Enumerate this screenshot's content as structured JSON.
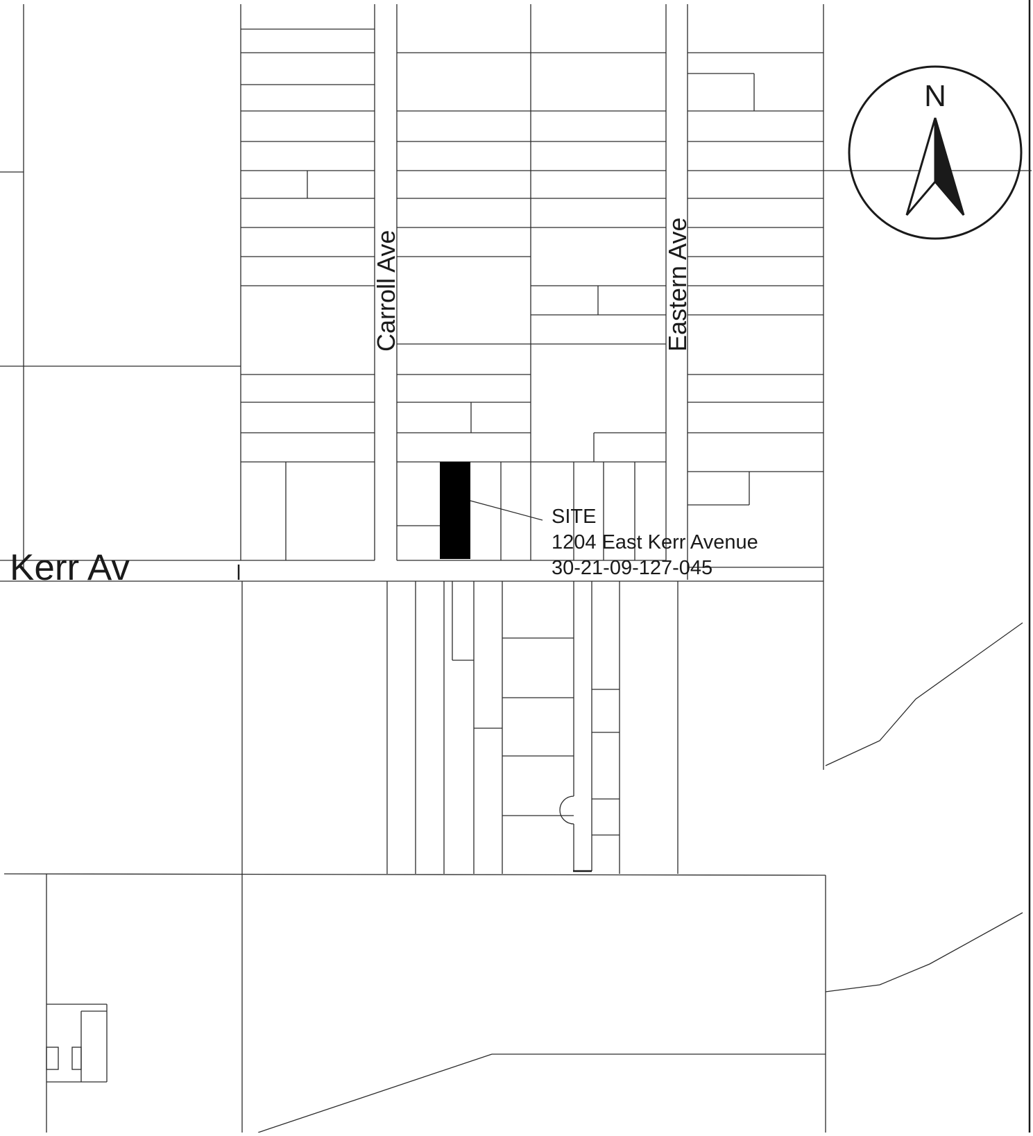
{
  "streets": {
    "kerr": "Kerr Av",
    "carroll": "Carroll Ave",
    "eastern": "Eastern Ave"
  },
  "site": {
    "label": "SITE",
    "address": "1204 East Kerr Avenue",
    "parcel_id": "30-21-09-127-045",
    "fill_color": "#000000"
  },
  "north_arrow": {
    "label": "N",
    "icon": "north-arrow-icon"
  }
}
